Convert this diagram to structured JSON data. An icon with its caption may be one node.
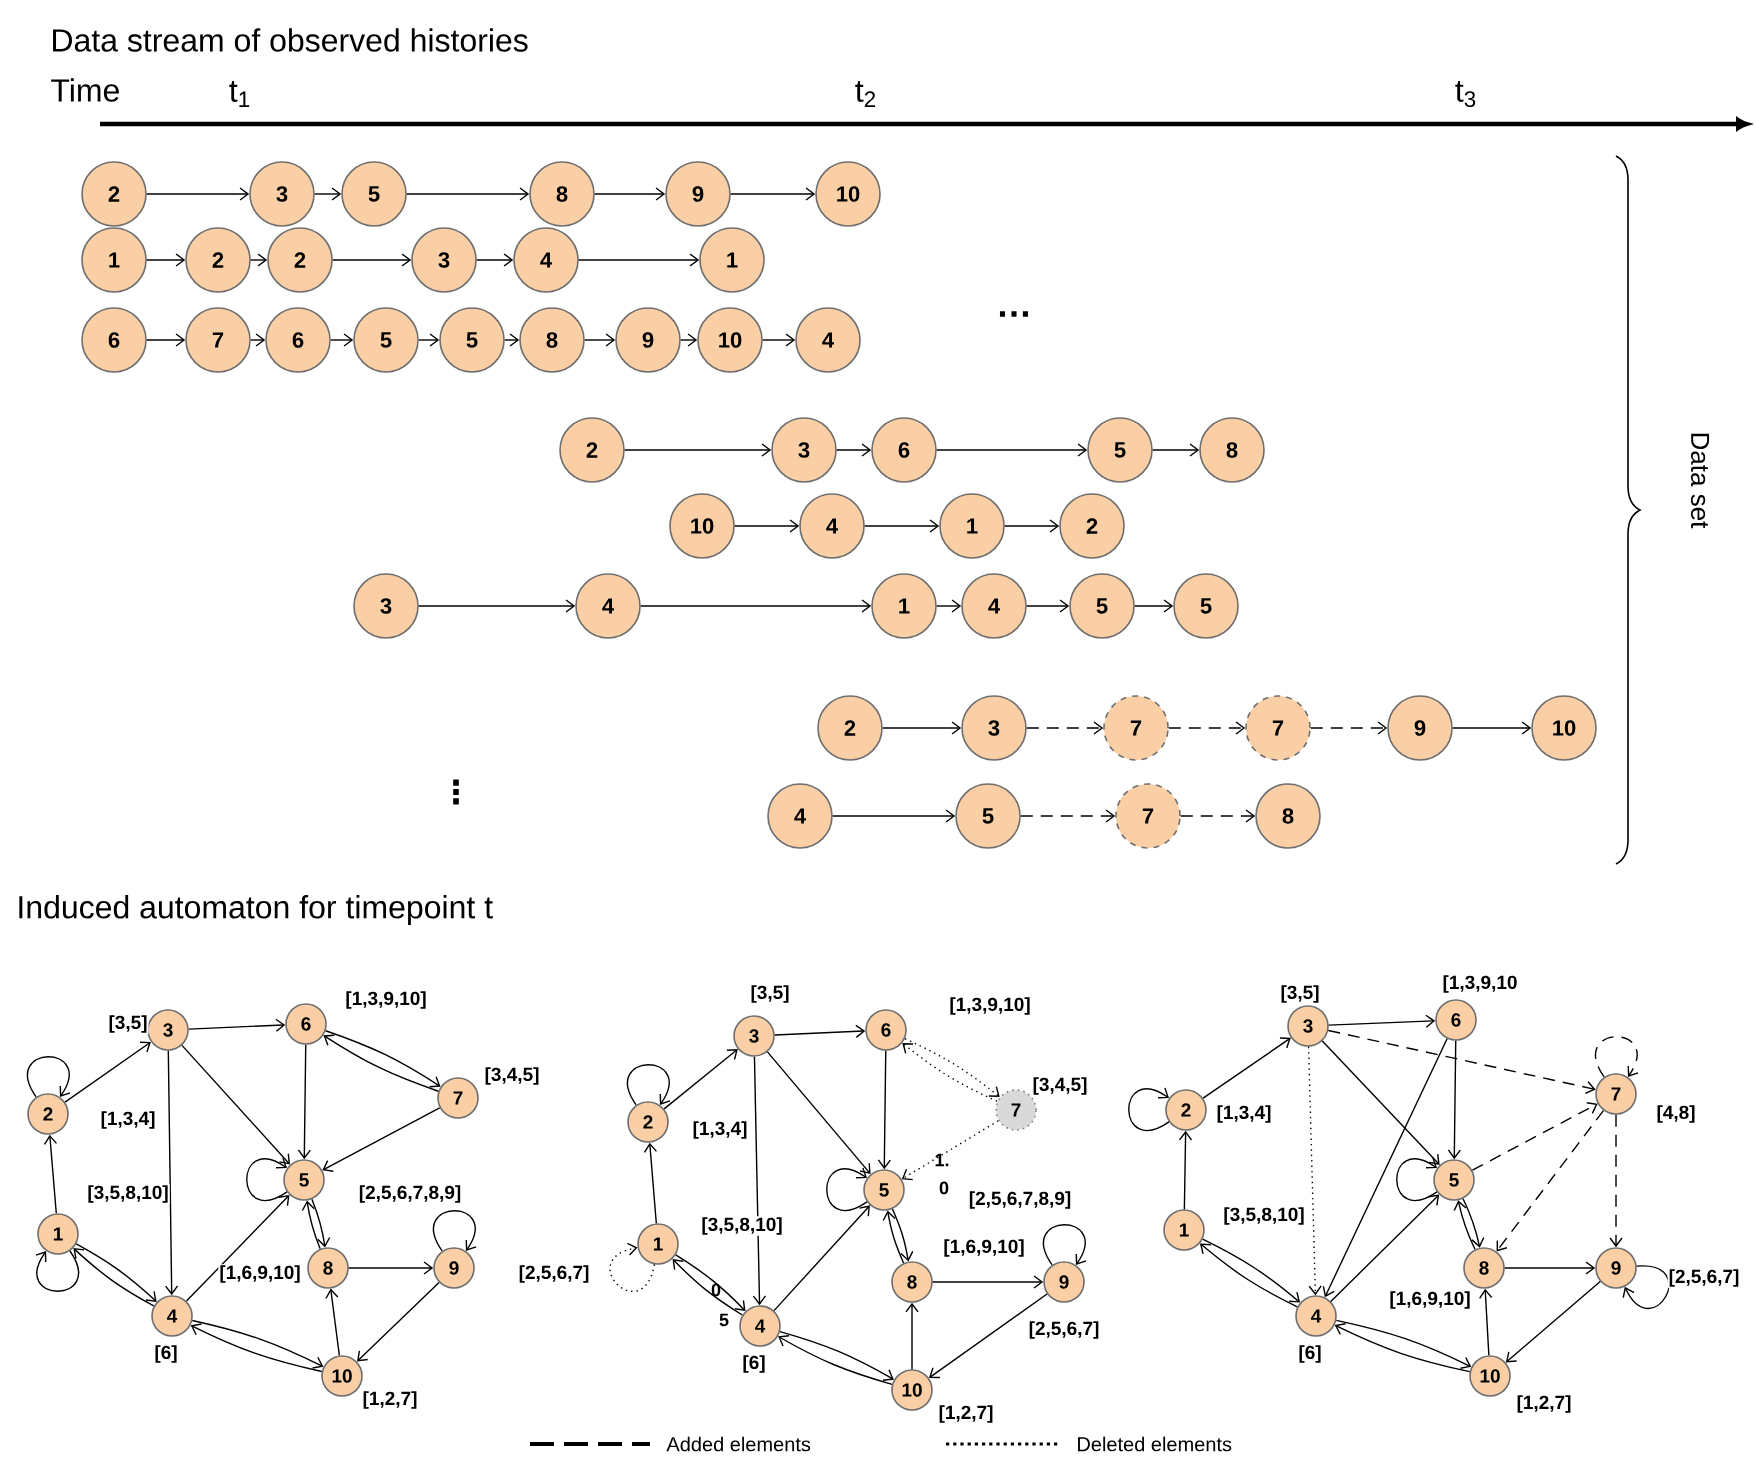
{
  "diagram": {
    "title": "Data stream of observed histories",
    "nodes": [
      {
        "text": [
          "2"
        ]
      },
      {
        "text": [
          "3"
        ]
      },
      {
        "text": [
          "5"
        ]
      },
      {
        "text": [
          "8"
        ]
      },
      {
        "text": [
          "9"
        ]
      },
      {
        "text": [
          "10"
        ]
      },
      {
        "text": [
          "1"
        ]
      },
      {
        "text": [
          "2"
        ]
      },
      {
        "text": [
          "2"
        ]
      },
      {
        "text": [
          "3"
        ]
      },
      {
        "text": [
          "4"
        ]
      },
      {
        "text": [
          "1"
        ]
      },
      {
        "text": [
          "6"
        ]
      },
      {
        "text": [
          "7"
        ]
      },
      {
        "text": [
          "6"
        ]
      },
      {
        "text": [
          "5"
        ]
      },
      {
        "text": [
          "5"
        ]
      },
      {
        "text": [
          "8"
        ]
      },
      {
        "text": [
          "9"
        ]
      },
      {
        "text": [
          "10"
        ]
      },
      {
        "text": [
          "4"
        ]
      },
      {
        "text": [
          "2"
        ]
      },
      {
        "text": [
          "3"
        ]
      },
      {
        "text": [
          "6"
        ]
      },
      {
        "text": [
          "5"
        ]
      },
      {
        "text": [
          "8"
        ]
      },
      {
        "text": [
          "10"
        ]
      },
      {
        "text": [
          "4"
        ]
      },
      {
        "text": [
          "1"
        ]
      },
      {
        "text": [
          "2"
        ]
      },
      {
        "text": [
          "3"
        ]
      },
      {
        "text": [
          "4"
        ]
      },
      {
        "text": [
          "1"
        ]
      },
      {
        "text": [
          "4"
        ]
      },
      {
        "text": [
          "5"
        ]
      },
      {
        "text": [
          "5"
        ]
      },
      {
        "text": [
          "2"
        ]
      },
      {
        "text": [
          "3"
        ]
      },
      {
        "text": [
          "7"
        ]
      },
      {
        "text": [
          "7"
        ]
      },
      {
        "text": [
          "9"
        ]
      },
      {
        "text": [
          "10"
        ]
      },
      {
        "text": [
          "4"
        ]
      },
      {
        "text": [
          "5"
        ]
      },
      {
        "text": [
          "7"
        ]
      },
      {
        "text": [
          "8"
        ]
      },
      {
        "text": [
          "1"
        ],
        "beside": [
          "[3,5,8,10]"
        ]
      },
      {
        "text": [
          "2"
        ],
        "beside": [
          "[1,3,4]"
        ]
      },
      {
        "text": [
          "3"
        ],
        "beside": [
          "[3,5]"
        ]
      },
      {
        "text": [
          "4"
        ],
        "beside": [
          "[6]"
        ]
      },
      {
        "text": [
          "5"
        ],
        "beside": [
          "[2,5,6,7,8,9]"
        ]
      },
      {
        "text": [
          "6"
        ],
        "beside": [
          "[1,3,9,10]"
        ]
      },
      {
        "text": [
          "7"
        ],
        "beside": [
          "[3,4,5]"
        ]
      },
      {
        "text": [
          "8"
        ],
        "beside": [
          "[1,6,9,10]"
        ]
      },
      {
        "text": [
          "9"
        ],
        "beside": [
          "[2,5,6,7]"
        ]
      },
      {
        "text": [
          "10"
        ],
        "beside": [
          "[1,2,7]"
        ]
      },
      {
        "text": [
          "1"
        ],
        "beside": [
          "[3,5,8,10]"
        ]
      },
      {
        "text": [
          "2"
        ],
        "beside": [
          "[1,3,4]"
        ]
      },
      {
        "text": [
          "3"
        ],
        "beside": [
          "[3,5]"
        ]
      },
      {
        "text": [
          "4"
        ],
        "beside": [
          "[6]"
        ]
      },
      {
        "text": [
          "5"
        ],
        "beside": [
          "[2,5,6,7,8,9]"
        ]
      },
      {
        "text": [
          "6"
        ],
        "beside": [
          "[1,3,9,10]"
        ]
      },
      {
        "text": [
          "7"
        ],
        "beside": [
          "[3,4,5]"
        ]
      },
      {
        "text": [
          "8"
        ],
        "beside": [
          "[1,6,9,10]"
        ]
      },
      {
        "text": [
          "9"
        ],
        "beside": [
          "[2,5,6,7]"
        ]
      },
      {
        "text": [
          "10"
        ],
        "beside": [
          "[1,2,7]"
        ]
      },
      {
        "text": [
          "1"
        ],
        "beside": [
          "[3,5,8,10]"
        ]
      },
      {
        "text": [
          "2"
        ],
        "beside": [
          "[1,3,4]"
        ]
      },
      {
        "text": [
          "3"
        ],
        "beside": [
          "[3,5]"
        ]
      },
      {
        "text": [
          "4"
        ],
        "beside": [
          "[6]"
        ]
      },
      {
        "text": [
          "5"
        ]
      },
      {
        "text": [
          "6"
        ],
        "beside": [
          "[1,3,9,10"
        ]
      },
      {
        "text": [
          "7"
        ],
        "beside": [
          "[4,8]"
        ]
      },
      {
        "text": [
          "8"
        ],
        "beside": [
          "[1,6,9,10]"
        ]
      },
      {
        "text": [
          "9"
        ],
        "beside": [
          "[2,5,6,7]"
        ]
      },
      {
        "text": [
          "10"
        ],
        "beside": [
          "[1,2,7]"
        ]
      }
    ],
    "edges": [
      {
        "from": 0,
        "to": 1,
        "arrow": "to"
      },
      {
        "from": 1,
        "to": 2,
        "arrow": "to"
      },
      {
        "from": 2,
        "to": 3,
        "arrow": "to"
      },
      {
        "from": 3,
        "to": 4,
        "arrow": "to"
      },
      {
        "from": 4,
        "to": 5,
        "arrow": "to"
      },
      {
        "from": 6,
        "to": 7,
        "arrow": "to"
      },
      {
        "from": 7,
        "to": 8,
        "arrow": "to"
      },
      {
        "from": 8,
        "to": 9,
        "arrow": "to"
      },
      {
        "from": 9,
        "to": 10,
        "arrow": "to"
      },
      {
        "from": 10,
        "to": 11,
        "arrow": "to"
      },
      {
        "from": 12,
        "to": 13,
        "arrow": "to"
      },
      {
        "from": 13,
        "to": 14,
        "arrow": "to"
      },
      {
        "from": 14,
        "to": 15,
        "arrow": "to"
      },
      {
        "from": 15,
        "to": 16,
        "arrow": "to"
      },
      {
        "from": 16,
        "to": 17,
        "arrow": "to"
      },
      {
        "from": 17,
        "to": 18,
        "arrow": "to"
      },
      {
        "from": 18,
        "to": 19,
        "arrow": "to"
      },
      {
        "from": 19,
        "to": 20,
        "arrow": "to"
      },
      {
        "from": 21,
        "to": 22,
        "arrow": "to"
      },
      {
        "from": 22,
        "to": 23,
        "arrow": "to"
      },
      {
        "from": 23,
        "to": 24,
        "arrow": "to"
      },
      {
        "from": 24,
        "to": 25,
        "arrow": "to"
      },
      {
        "from": 26,
        "to": 27,
        "arrow": "to"
      },
      {
        "from": 27,
        "to": 28,
        "arrow": "to"
      },
      {
        "from": 28,
        "to": 29,
        "arrow": "to"
      },
      {
        "from": 30,
        "to": 31,
        "arrow": "to"
      },
      {
        "from": 31,
        "to": 32,
        "arrow": "to"
      },
      {
        "from": 32,
        "to": 33,
        "arrow": "to"
      },
      {
        "from": 33,
        "to": 34,
        "arrow": "to"
      },
      {
        "from": 34,
        "to": 35,
        "arrow": "to"
      },
      {
        "from": 36,
        "to": 37,
        "arrow": "to"
      },
      {
        "from": 37,
        "to": 38,
        "arrow": "to",
        "style": "dashed"
      },
      {
        "from": 38,
        "to": 39,
        "arrow": "to",
        "style": "dashed"
      },
      {
        "from": 39,
        "to": 40,
        "arrow": "to",
        "style": "dashed"
      },
      {
        "from": 40,
        "to": 41,
        "arrow": "to"
      },
      {
        "from": 42,
        "to": 43,
        "arrow": "to"
      },
      {
        "from": 43,
        "to": 44,
        "arrow": "to",
        "style": "dashed"
      },
      {
        "from": 44,
        "to": 45,
        "arrow": "to",
        "style": "dashed"
      },
      {
        "from": 47,
        "to": 48,
        "arrow": "to"
      },
      {
        "from": 47,
        "to": 47,
        "arrow": "to"
      },
      {
        "from": 46,
        "to": 47,
        "arrow": "to"
      },
      {
        "from": 46,
        "to": 46,
        "arrow": "to"
      },
      {
        "from": 46,
        "to": 49,
        "arrow": "to"
      },
      {
        "from": 49,
        "to": 46,
        "arrow": "to"
      },
      {
        "from": 48,
        "to": 49,
        "arrow": "to"
      },
      {
        "from": 48,
        "to": 51,
        "arrow": "to"
      },
      {
        "from": 48,
        "to": 50,
        "arrow": "to"
      },
      {
        "from": 51,
        "to": 50,
        "arrow": "to"
      },
      {
        "from": 51,
        "to": 52,
        "arrow": "to"
      },
      {
        "from": 52,
        "to": 51,
        "arrow": "to"
      },
      {
        "from": 52,
        "to": 50,
        "arrow": "to"
      },
      {
        "from": 50,
        "to": 50,
        "arrow": "to"
      },
      {
        "from": 50,
        "to": 53,
        "arrow": "to"
      },
      {
        "from": 53,
        "to": 50,
        "arrow": "to"
      },
      {
        "from": 53,
        "to": 54,
        "arrow": "to"
      },
      {
        "from": 54,
        "to": 54,
        "arrow": "to"
      },
      {
        "from": 54,
        "to": 55,
        "arrow": "to"
      },
      {
        "from": 55,
        "to": 53,
        "arrow": "to"
      },
      {
        "from": 55,
        "to": 49,
        "arrow": "to"
      },
      {
        "from": 49,
        "to": 55,
        "arrow": "to"
      },
      {
        "from": 49,
        "to": 50,
        "arrow": "to"
      },
      {
        "from": 57,
        "to": 58,
        "arrow": "to"
      },
      {
        "from": 57,
        "to": 57,
        "arrow": "to"
      },
      {
        "from": 56,
        "to": 57,
        "arrow": "to"
      },
      {
        "from": 56,
        "to": 56,
        "arrow": "to",
        "style": "dashed"
      },
      {
        "from": 56,
        "to": 59,
        "arrow": "to"
      },
      {
        "from": 59,
        "to": 56,
        "arrow": "to"
      },
      {
        "from": 58,
        "to": 59,
        "arrow": "to"
      },
      {
        "from": 58,
        "to": 61,
        "arrow": "to"
      },
      {
        "from": 58,
        "to": 60,
        "arrow": "to"
      },
      {
        "from": 61,
        "to": 60,
        "arrow": "to"
      },
      {
        "from": 61,
        "to": 62,
        "arrow": "to",
        "style": "dashed"
      },
      {
        "from": 62,
        "to": 61,
        "arrow": "to",
        "style": "dashed"
      },
      {
        "from": 62,
        "to": 60,
        "arrow": "to",
        "style": "dashed"
      },
      {
        "from": 60,
        "to": 60,
        "arrow": "to"
      },
      {
        "from": 60,
        "to": 63,
        "arrow": "to"
      },
      {
        "from": 63,
        "to": 60,
        "arrow": "to"
      },
      {
        "from": 63,
        "to": 64,
        "arrow": "to"
      },
      {
        "from": 64,
        "to": 64,
        "arrow": "to"
      },
      {
        "from": 64,
        "to": 65,
        "arrow": "to"
      },
      {
        "from": 65,
        "to": 63,
        "arrow": "to"
      },
      {
        "from": 65,
        "to": 59,
        "arrow": "to"
      },
      {
        "from": 59,
        "to": 65,
        "arrow": "to"
      },
      {
        "from": 59,
        "to": 60,
        "arrow": "to"
      },
      {
        "from": 67,
        "to": 68,
        "arrow": "to"
      },
      {
        "from": 67,
        "to": 67,
        "arrow": "to"
      },
      {
        "from": 66,
        "to": 67,
        "arrow": "to"
      },
      {
        "from": 66,
        "to": 69,
        "arrow": "to"
      },
      {
        "from": 69,
        "to": 66,
        "arrow": "to"
      },
      {
        "from": 68,
        "to": 69,
        "arrow": "to",
        "style": "dashed"
      },
      {
        "from": 68,
        "to": 71,
        "arrow": "to"
      },
      {
        "from": 68,
        "to": 70,
        "arrow": "to"
      },
      {
        "from": 68,
        "to": 72,
        "arrow": "to",
        "style": "dashed"
      },
      {
        "from": 71,
        "to": 70,
        "arrow": "to"
      },
      {
        "from": 71,
        "to": 69,
        "arrow": "to"
      },
      {
        "from": 70,
        "to": 72,
        "arrow": "to",
        "style": "dashed"
      },
      {
        "from": 72,
        "to": 72,
        "arrow": "to",
        "style": "dashed"
      },
      {
        "from": 72,
        "to": 73,
        "arrow": "to",
        "style": "dashed"
      },
      {
        "from": 72,
        "to": 74,
        "arrow": "to",
        "style": "dashed"
      },
      {
        "from": 70,
        "to": 70,
        "arrow": "to"
      },
      {
        "from": 70,
        "to": 73,
        "arrow": "to"
      },
      {
        "from": 73,
        "to": 70,
        "arrow": "to"
      },
      {
        "from": 73,
        "to": 74,
        "arrow": "to"
      },
      {
        "from": 74,
        "to": 74,
        "arrow": "to"
      },
      {
        "from": 74,
        "to": 75,
        "arrow": "to"
      },
      {
        "from": 75,
        "to": 73,
        "arrow": "to"
      },
      {
        "from": 75,
        "to": 69,
        "arrow": "to"
      },
      {
        "from": 69,
        "to": 75,
        "arrow": "to"
      },
      {
        "from": 69,
        "to": 70,
        "arrow": "to"
      }
    ],
    "labels": [
      "Time",
      "t$_{1}$",
      "t$_{2}$",
      "t$_{3}$",
      "…",
      "Data set",
      "⋮",
      "Induced automaton for timepoint t",
      "1.",
      "0",
      "0",
      "5"
    ],
    "legend": [
      {
        "text": "Added elements"
      },
      {
        "text": "Deleted elements"
      }
    ]
  }
}
